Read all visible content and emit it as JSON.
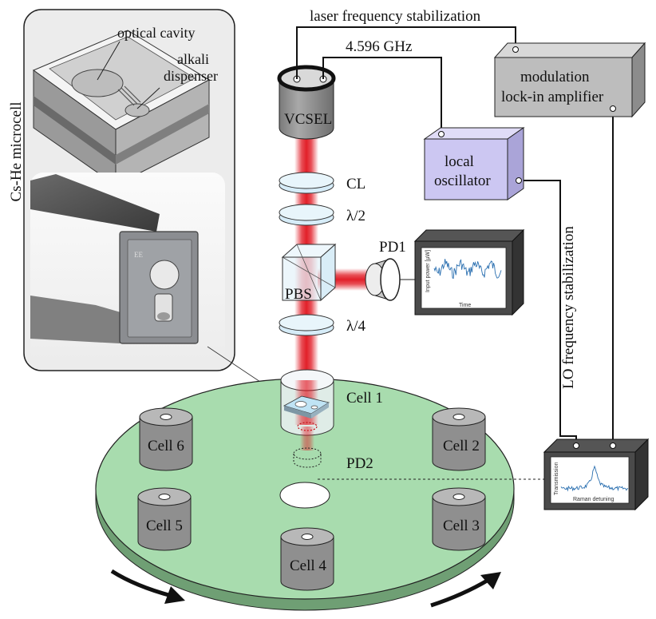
{
  "inset": {
    "title": "Cs-He microcell",
    "optical_cavity": "optical cavity",
    "alkali_1": "alkali",
    "alkali_2": "dispenser",
    "chip_marking": "EE"
  },
  "signals": {
    "laser_stab": "laser frequency stabilization",
    "freq": "4.596 GHz",
    "lo_stab": "LO frequency stabilization"
  },
  "components": {
    "vcsel": "VCSEL",
    "cl": "CL",
    "half_wave": "λ/2",
    "pbs": "PBS",
    "pd1": "PD1",
    "quarter_wave": "λ/4",
    "cell1": "Cell 1",
    "pd2": "PD2",
    "local_osc_1": "local",
    "local_osc_2": "oscillator",
    "lockin_1": "modulation",
    "lockin_2": "lock-in amplifier"
  },
  "monitors": {
    "pd1_ylabel": "Input power [µW]",
    "pd1_xlabel": "Time",
    "spec_ylabel": "Transmission",
    "spec_xlabel": "Raman detuning"
  },
  "cells": [
    "Cell 2",
    "Cell 3",
    "Cell 4",
    "Cell 5",
    "Cell 6"
  ],
  "colors": {
    "beam": "#e0141e",
    "disc": "#a8dcae",
    "lo_box": "#ccc7f2",
    "cell_gray": "#8f8f8f",
    "trace": "#2a6fb0"
  }
}
